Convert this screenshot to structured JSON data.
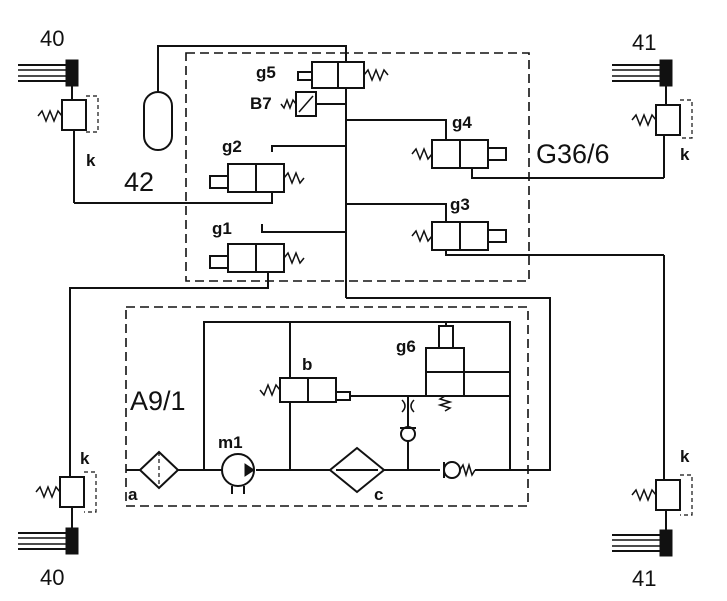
{
  "labels": {
    "cyl_top_left": "40",
    "cyl_bottom_left": "40",
    "cyl_top_right": "41",
    "cyl_bottom_right": "41",
    "accumulator": "42",
    "valve_unit": "G36/6",
    "pump_unit": "A9/1",
    "g1": "g1",
    "g2": "g2",
    "g3": "g3",
    "g4": "g4",
    "g5": "g5",
    "g6": "g6",
    "b7": "B7",
    "m1": "m1",
    "a": "a",
    "b": "b",
    "c": "c",
    "k_top_left": "k",
    "k_top_right": "k",
    "k_bottom_left": "k",
    "k_bottom_right": "k"
  }
}
